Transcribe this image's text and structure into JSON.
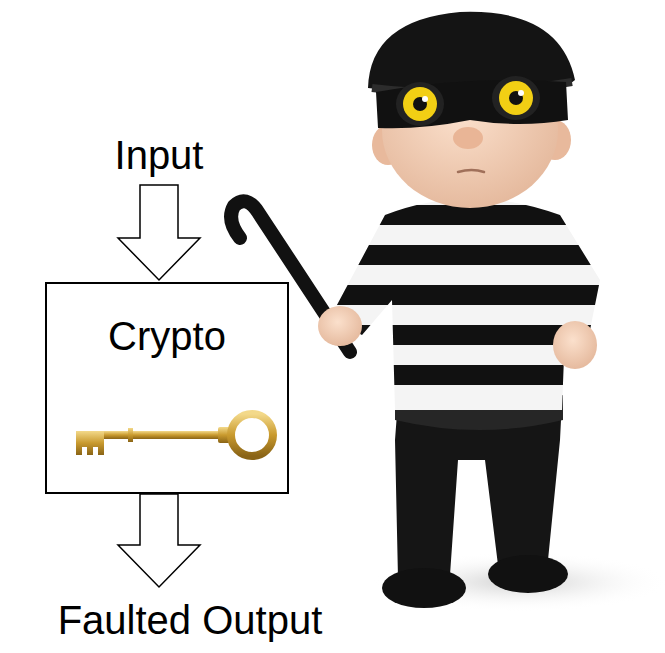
{
  "diagram": {
    "nodes": [
      {
        "text": [
          "Crypto"
        ]
      }
    ],
    "labels": [
      "Input",
      "Faulted Output"
    ]
  }
}
